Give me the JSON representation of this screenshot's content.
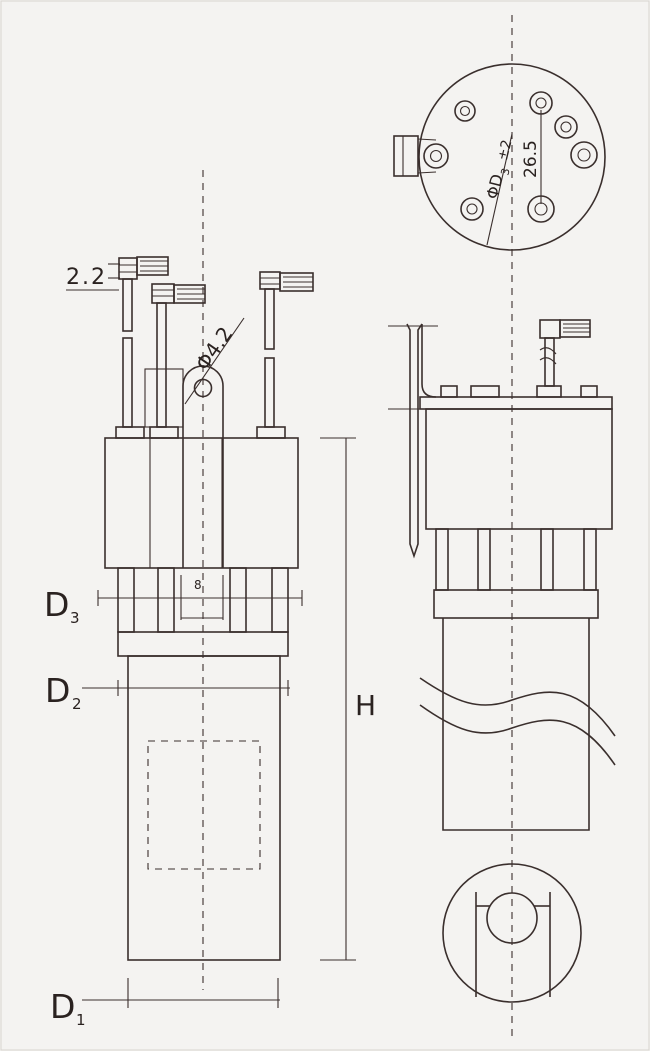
{
  "labels": {
    "d1_main": "D",
    "d1_sub": "1",
    "d2_main": "D",
    "d2_sub": "2",
    "d3_main": "D",
    "d3_sub": "3",
    "height": "H",
    "pin_spacing": "2.2",
    "hole_diameter": "Φ4.2",
    "slot_width": "8",
    "circle_diameter": "ΦD",
    "circle_sub": "3",
    "circle_tol": "±2",
    "pin_pitch": "26.5"
  },
  "colors": {
    "line": "#3a2f2d",
    "background": "#f4f3f1"
  }
}
